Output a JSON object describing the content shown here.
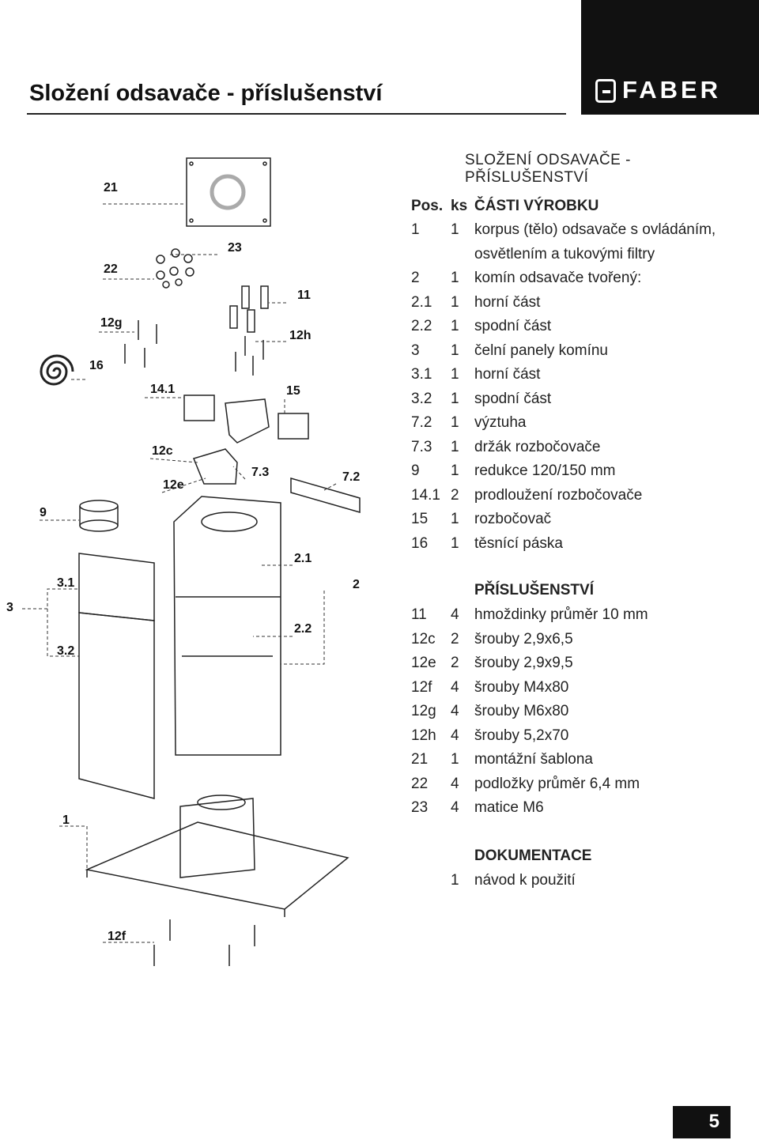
{
  "header": {
    "title": "Složení odsavače - příslušenství",
    "logo_text": "FABER"
  },
  "section_title": "SLOŽENÍ ODSAVAČE - PŘÍSLUŠENSTVÍ",
  "table_header": {
    "pos": "Pos.",
    "ks": "ks",
    "desc": "ČÁSTI VÝROBKU"
  },
  "parts": [
    {
      "pos": "1",
      "ks": "1",
      "desc": "korpus (tělo) odsavače s ovládáním,"
    },
    {
      "pos": "",
      "ks": "",
      "desc": "osvětlením a tukovými filtry"
    },
    {
      "pos": "2",
      "ks": "1",
      "desc": "komín odsavače tvořený:"
    },
    {
      "pos": "2.1",
      "ks": "1",
      "desc": "horní část"
    },
    {
      "pos": "2.2",
      "ks": "1",
      "desc": "spodní část"
    },
    {
      "pos": "3",
      "ks": "1",
      "desc": "čelní panely komínu"
    },
    {
      "pos": "3.1",
      "ks": "1",
      "desc": "horní část"
    },
    {
      "pos": "3.2",
      "ks": "1",
      "desc": "spodní část"
    },
    {
      "pos": "7.2",
      "ks": "1",
      "desc": "výztuha"
    },
    {
      "pos": "7.3",
      "ks": "1",
      "desc": "držák rozbočovače"
    },
    {
      "pos": "9",
      "ks": "1",
      "desc": "redukce 120/150 mm"
    },
    {
      "pos": "14.1",
      "ks": "2",
      "desc": "prodloužení rozbočovače"
    },
    {
      "pos": "15",
      "ks": "1",
      "desc": "rozbočovač"
    },
    {
      "pos": "16",
      "ks": "1",
      "desc": "těsnící páska"
    }
  ],
  "accessories_title": "PŘÍSLUŠENSTVÍ",
  "accessories": [
    {
      "pos": "11",
      "ks": "4",
      "desc": "hmoždinky průměr 10 mm"
    },
    {
      "pos": "12c",
      "ks": "2",
      "desc": "šrouby 2,9x6,5"
    },
    {
      "pos": "12e",
      "ks": "2",
      "desc": "šrouby 2,9x9,5"
    },
    {
      "pos": "12f",
      "ks": "4",
      "desc": "šrouby M4x80"
    },
    {
      "pos": "12g",
      "ks": "4",
      "desc": "šrouby M6x80"
    },
    {
      "pos": "12h",
      "ks": "4",
      "desc": "šrouby 5,2x70"
    },
    {
      "pos": "21",
      "ks": "1",
      "desc": "montážní šablona"
    },
    {
      "pos": "22",
      "ks": "4",
      "desc": "podložky průměr 6,4 mm"
    },
    {
      "pos": "23",
      "ks": "4",
      "desc": "matice M6"
    }
  ],
  "documentation_title": "DOKUMENTACE",
  "documentation": [
    {
      "ks": "1",
      "desc": "návod k použití"
    }
  ],
  "diagram_labels": {
    "l21": "21",
    "l22": "22",
    "l23": "23",
    "l12g": "12g",
    "l16": "16",
    "l11": "11",
    "l12h": "12h",
    "l14_1": "14.1",
    "l15": "15",
    "l12c": "12c",
    "l12e": "12e",
    "l7_3": "7.3",
    "l7_2": "7.2",
    "l9": "9",
    "l2_1": "2.1",
    "l2": "2",
    "l3": "3",
    "l3_1": "3.1",
    "l3_2": "3.2",
    "l2_2": "2.2",
    "l1": "1",
    "l12f": "12f"
  },
  "page_number": "5"
}
